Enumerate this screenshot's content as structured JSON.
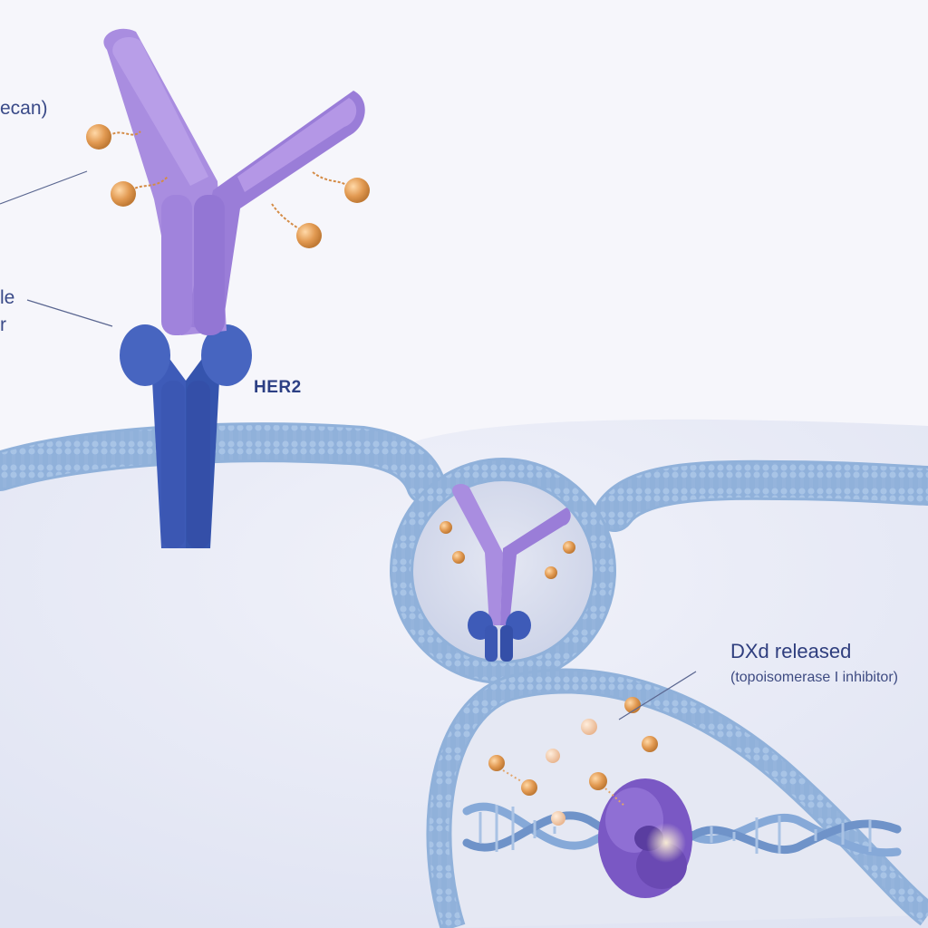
{
  "labels": {
    "payload_partial": "ecan)",
    "linker_partial_1": "le",
    "linker_partial_2": "r",
    "receptor": "HER2",
    "release_title": "DXd released",
    "release_subtitle": "(topoisomerase I inhibitor)"
  },
  "colors": {
    "antibody": "#a98de0",
    "antibody_dark": "#8f6fd0",
    "her2": "#3e5bb8",
    "payload": "#e0a05c",
    "membrane": "#a9c6e6",
    "dna": "#8fb2de",
    "enzyme": "#7a58c4",
    "cytoplasm": "#e7eaf6",
    "background": "#f6f6fb"
  }
}
